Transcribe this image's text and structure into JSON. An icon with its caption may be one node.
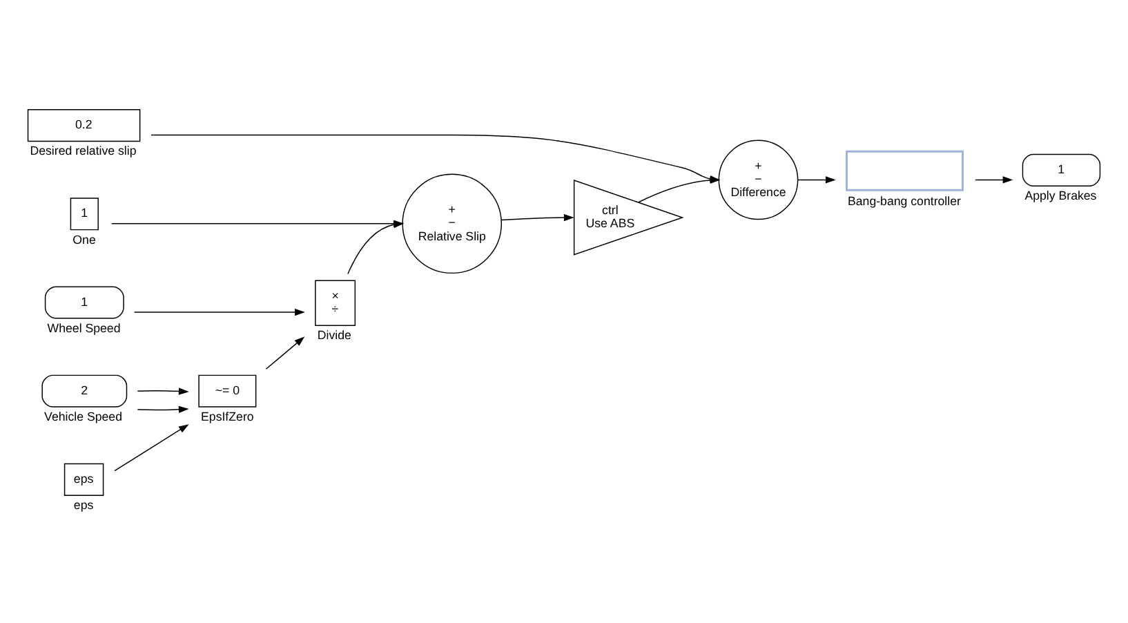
{
  "diagram": {
    "nodes": [
      {
        "text": [
          "0.2",
          "Desired relative slip"
        ]
      },
      {
        "text": [
          "1",
          "One"
        ]
      },
      {
        "text": [
          "1",
          "Wheel Speed"
        ]
      },
      {
        "text": [
          "2",
          "Vehicle Speed"
        ]
      },
      {
        "text": [
          "eps",
          "eps"
        ]
      },
      {
        "text": [
          "~= 0",
          "EpsIfZero"
        ]
      },
      {
        "text": [
          "×",
          "÷",
          "Divide"
        ]
      },
      {
        "text": [
          "+",
          "−",
          "Relative Slip"
        ]
      },
      {
        "text": [
          "ctrl",
          "Use ABS"
        ]
      },
      {
        "text": [
          "+",
          "−",
          "Difference"
        ]
      },
      {
        "text": [
          "Bang-bang controller"
        ]
      },
      {
        "text": [
          "1",
          "Apply Brakes"
        ]
      }
    ],
    "edges": [
      {
        "from": 0,
        "to": 9,
        "arrow": "to"
      },
      {
        "from": 1,
        "to": 7,
        "arrow": "to"
      },
      {
        "from": 2,
        "to": 6,
        "arrow": "to"
      },
      {
        "from": 3,
        "to": 5,
        "arrow": "to"
      },
      {
        "from": 3,
        "to": 5,
        "arrow": "to"
      },
      {
        "from": 4,
        "to": 5,
        "arrow": "to"
      },
      {
        "from": 5,
        "to": 6,
        "arrow": "to"
      },
      {
        "from": 6,
        "to": 7,
        "arrow": "to"
      },
      {
        "from": 7,
        "to": 8,
        "arrow": "to"
      },
      {
        "from": 8,
        "to": 9,
        "arrow": "to"
      },
      {
        "from": 9,
        "to": 10,
        "arrow": "to"
      },
      {
        "from": 10,
        "to": 11,
        "arrow": "to"
      }
    ]
  }
}
